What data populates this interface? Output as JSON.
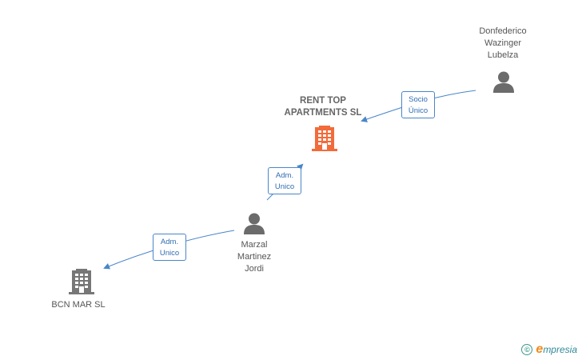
{
  "nodes": {
    "company_main": {
      "lines": [
        "RENT TOP",
        "APARTMENTS SL"
      ],
      "color": "#f26b3a"
    },
    "company_other": {
      "lines": [
        "BCN MAR SL"
      ],
      "color": "#777777"
    },
    "person_donfederico": {
      "lines": [
        "Donfederico",
        "Wazinger",
        "Lubelza"
      ]
    },
    "person_marzal": {
      "lines": [
        "Marzal",
        "Martinez",
        "Jordi"
      ]
    }
  },
  "edges": [
    {
      "from": "person_donfederico",
      "to": "company_main",
      "label": [
        "Socio",
        "Único"
      ]
    },
    {
      "from": "person_marzal",
      "to": "company_main",
      "label": [
        "Adm.",
        "Unico"
      ]
    },
    {
      "from": "person_marzal",
      "to": "company_other",
      "label": [
        "Adm.",
        "Unico"
      ]
    }
  ],
  "colors": {
    "edge": "#4a86c8",
    "person": "#6b6b6b"
  },
  "brand": {
    "symbol": "©",
    "initial": "e",
    "name": "mpresia"
  }
}
